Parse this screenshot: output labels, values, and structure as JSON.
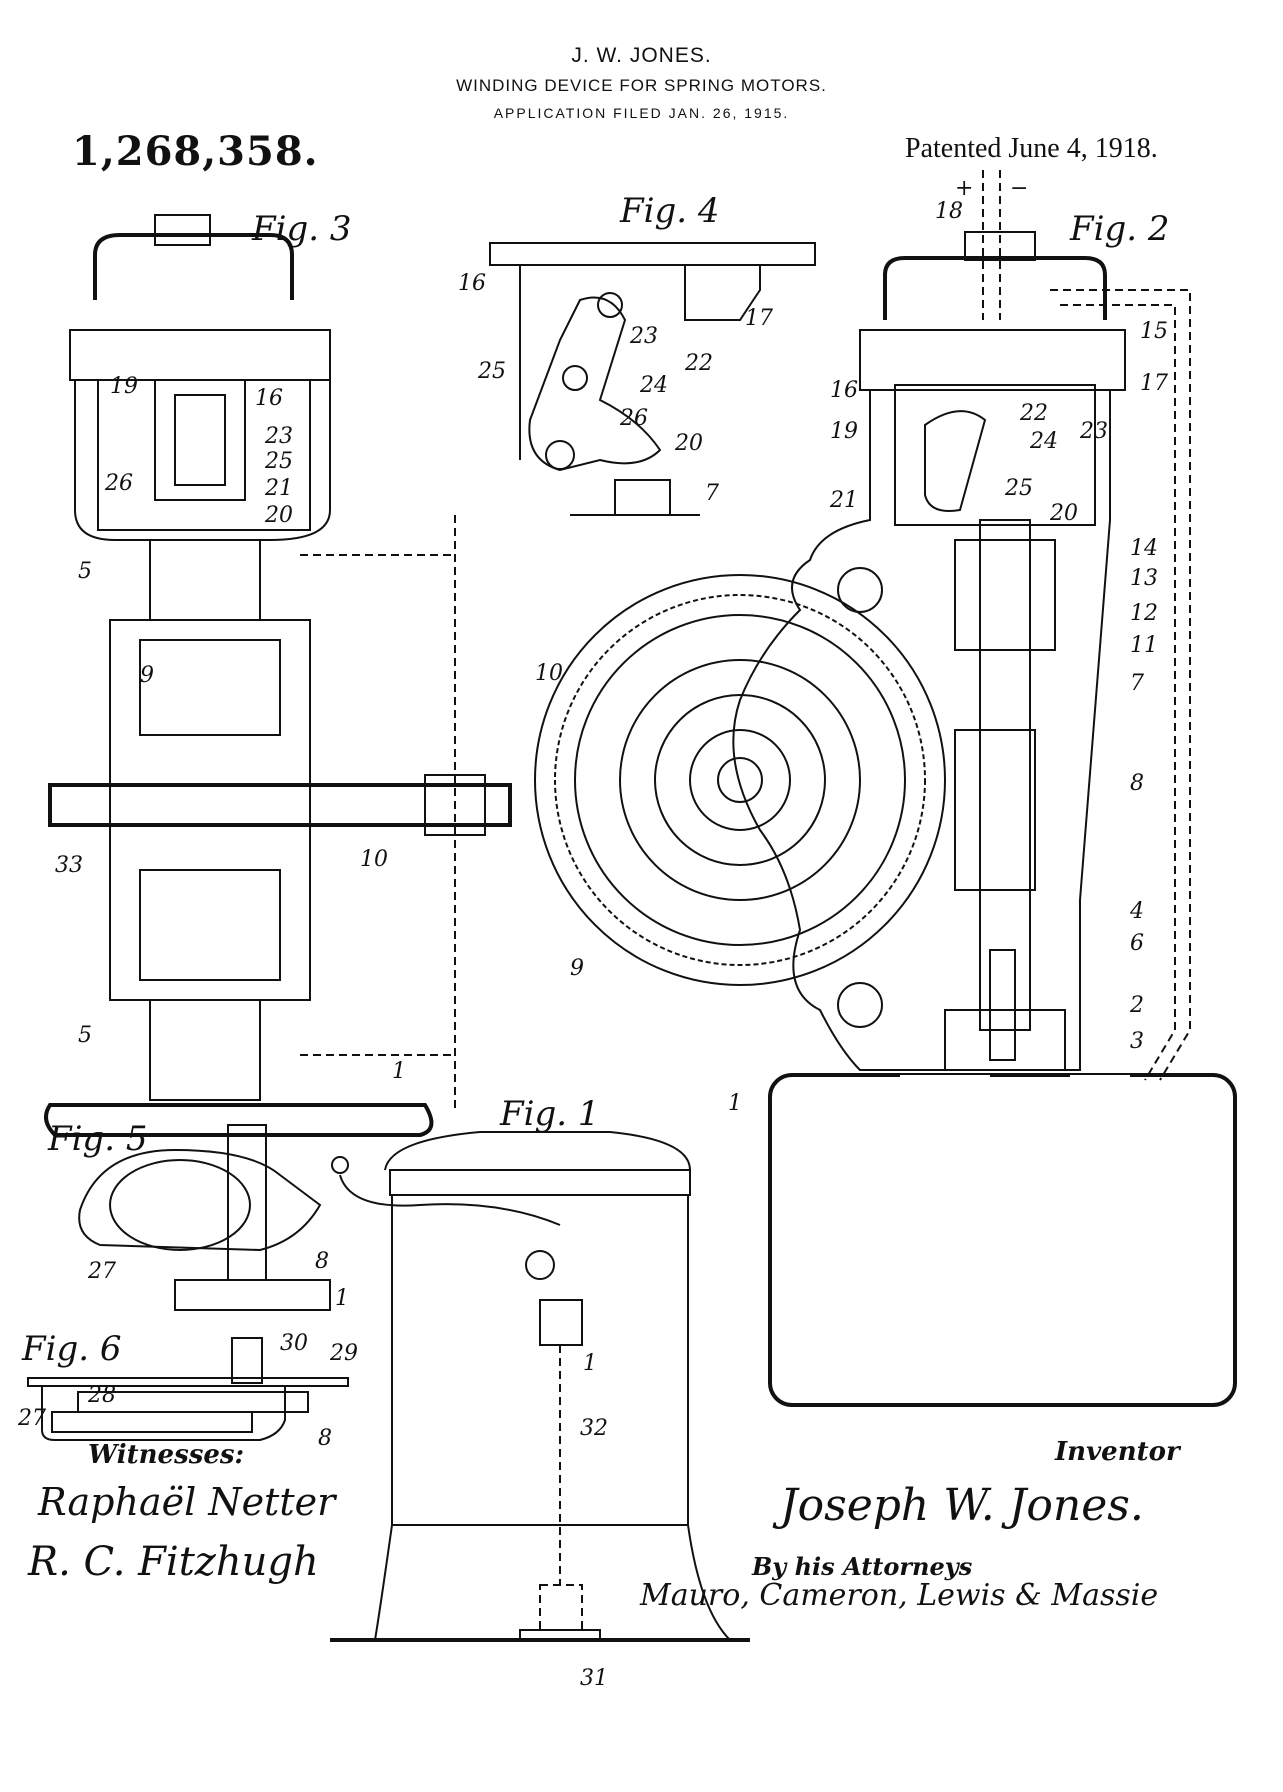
{
  "header": {
    "inventor": "J. W. JONES.",
    "title": "WINDING DEVICE FOR SPRING MOTORS.",
    "filed": "APPLICATION FILED JAN. 26, 1915.",
    "patent_number": "1,268,358.",
    "patented": "Patented June 4, 1918."
  },
  "figures": {
    "fig1": {
      "title": "Fig. 1",
      "labels": [
        "1",
        "32",
        "31"
      ]
    },
    "fig2": {
      "title": "Fig. 2",
      "polarity": [
        "+",
        "−"
      ],
      "labels": [
        "18",
        "15",
        "16",
        "17",
        "19",
        "22",
        "23",
        "24",
        "21",
        "25",
        "20",
        "14",
        "13",
        "12",
        "11",
        "10",
        "7",
        "8",
        "4",
        "6",
        "9",
        "2",
        "3",
        "1"
      ]
    },
    "fig3": {
      "title": "Fig. 3",
      "labels": [
        "16",
        "23",
        "19",
        "25",
        "26",
        "21",
        "20",
        "5",
        "9",
        "33",
        "10",
        "5",
        "1"
      ]
    },
    "fig4": {
      "title": "Fig. 4",
      "labels": [
        "16",
        "17",
        "23",
        "22",
        "25",
        "24",
        "26",
        "20",
        "7"
      ]
    },
    "fig5": {
      "title": "Fig. 5",
      "labels": [
        "27",
        "8",
        "1"
      ]
    },
    "fig6": {
      "title": "Fig. 6",
      "labels": [
        "30",
        "29",
        "28",
        "27",
        "8"
      ]
    }
  },
  "signatures": {
    "witnesses_label": "Witnesses:",
    "witness1": "Raphaël Netter",
    "witness2": "R. C. Fitzhugh",
    "inventor_label": "Inventor",
    "inventor_signature": "Joseph W. Jones.",
    "attorneys_label": "By his Attorneys",
    "attorneys_signature": "Mauro, Cameron, Lewis & Massie"
  }
}
